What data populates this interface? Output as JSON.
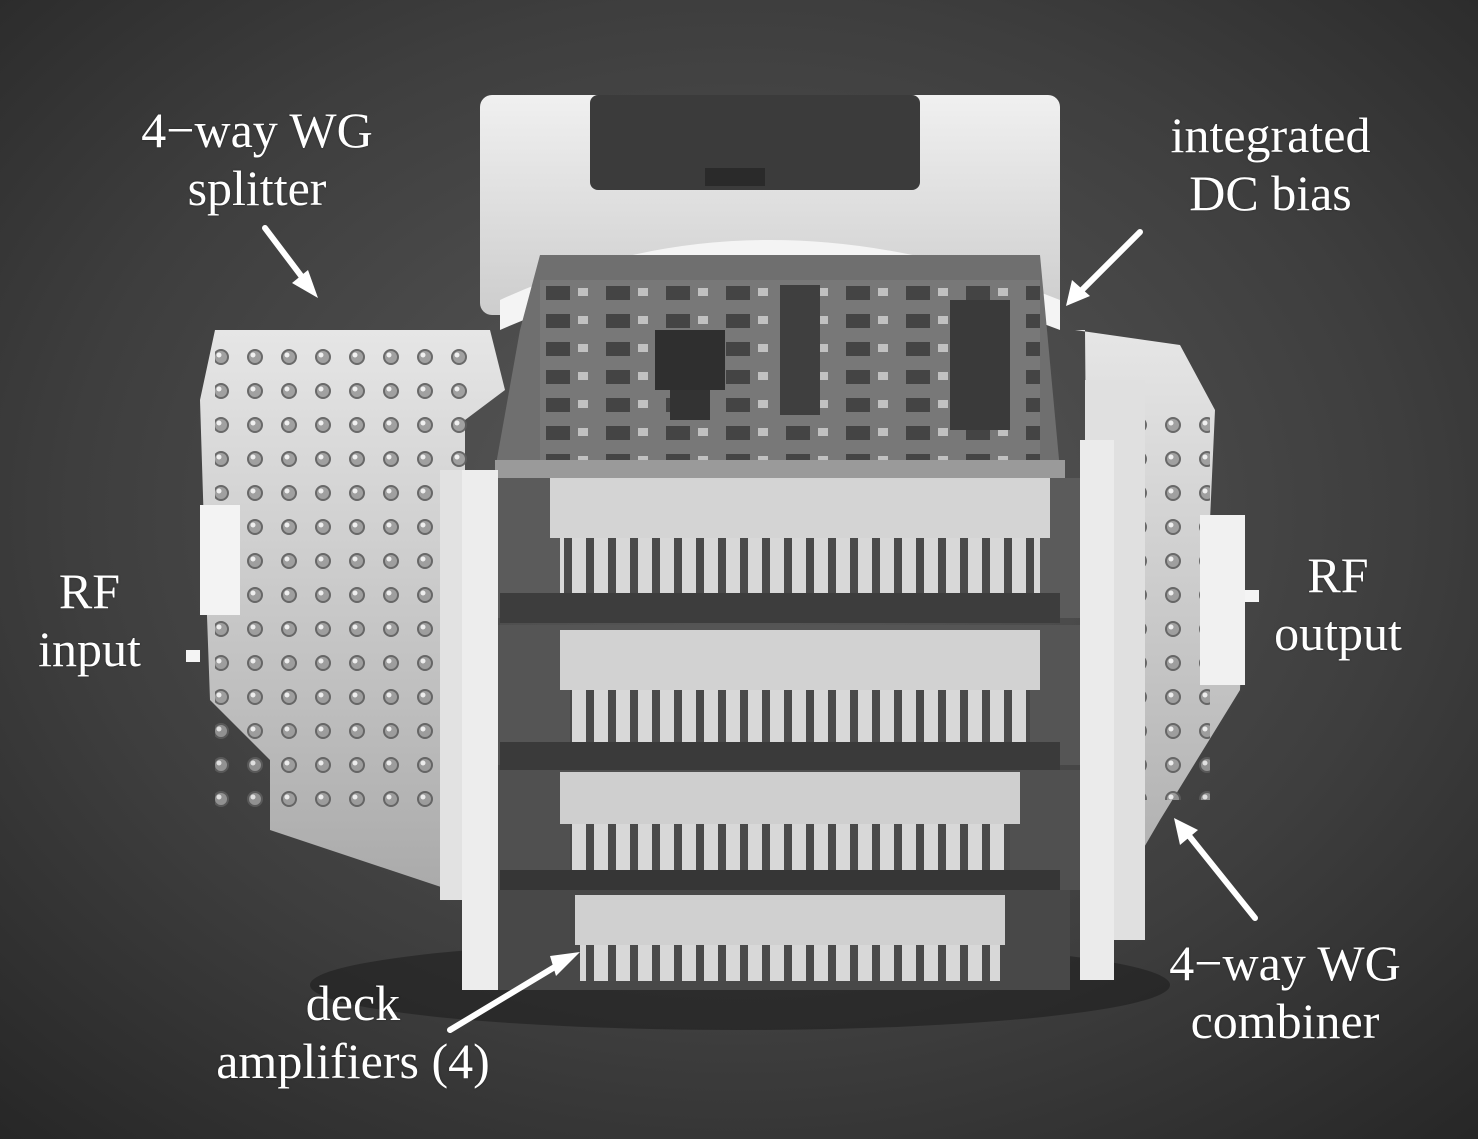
{
  "labels": {
    "splitter": {
      "line1": "4−way WG",
      "line2": "splitter"
    },
    "dc_bias": {
      "line1": "integrated",
      "line2": "DC bias"
    },
    "rf_input": {
      "line1": "RF",
      "line2": "input"
    },
    "rf_output": {
      "line1": "RF",
      "line2": "output"
    },
    "combiner": {
      "line1": "4−way WG",
      "line2": "combiner"
    },
    "deck_amps": {
      "line1": "deck",
      "line2": "amplifiers (4)"
    }
  },
  "colors": {
    "background": "#3a3a3a",
    "label_text": "#ffffff",
    "metal": "#cfcfcf",
    "pcb": "#6e6e6e"
  }
}
